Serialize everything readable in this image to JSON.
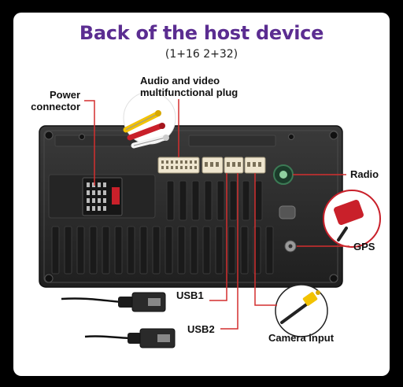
{
  "title": "Back of the host device",
  "subtitle": "(1+16   2+32)",
  "labels": {
    "power": "Power\nconnector",
    "av": "Audio and video\nmultifunctional plug",
    "radio": "Radio",
    "gps": "GPS",
    "usb1": "USB1",
    "usb2": "USB2",
    "camera": "Camera input"
  },
  "colors": {
    "title": "#5b2d91",
    "leader_lines": "#d32f2f",
    "panel": "#2a2a2a",
    "plug_yellow": "#f2c200",
    "plug_red": "#c9202a",
    "plug_white": "#f4f4f4",
    "connector_cream": "#efe6cf"
  }
}
